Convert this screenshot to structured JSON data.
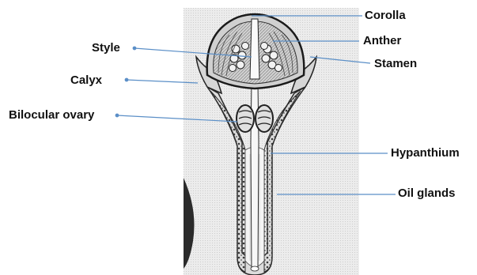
{
  "labels": {
    "corolla": "Corolla",
    "anther": "Anther",
    "stamen": "Stamen",
    "style": "Style",
    "calyx": "Calyx",
    "bilocular_ovary": "Bilocular ovary",
    "hypanthium": "Hypanthium",
    "oil_glands": "Oil glands"
  },
  "colors": {
    "leader_line": "#5b8fc7",
    "plate_background": "#ececec",
    "ink": "#2a2a2a"
  }
}
